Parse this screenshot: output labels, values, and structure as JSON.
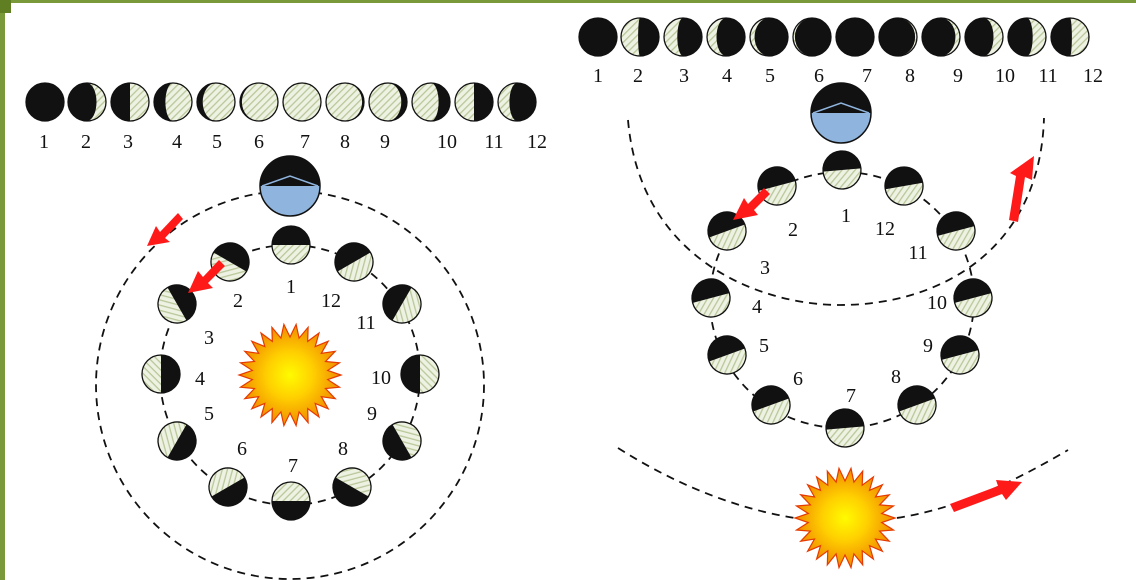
{
  "colors": {
    "frame": "#7a9a3a",
    "moon_dark": "#111111",
    "moon_lit_stripe": "#b9c79a",
    "moon_lit_bg": "#eef2e2",
    "earth_water": "#8fb4de",
    "sun_outer": "#f5a200",
    "sun_inner": "#fff200",
    "sun_edge": "#e53a00",
    "arrow": "#ff1a1a"
  },
  "left_panel": {
    "phase_strip_labels": [
      "1",
      "2",
      "3",
      "4",
      "5",
      "6",
      "7",
      "8",
      "9",
      "10",
      "11",
      "12"
    ],
    "orbit_labels": [
      "1",
      "2",
      "3",
      "4",
      "5",
      "6",
      "7",
      "8",
      "9",
      "10",
      "11",
      "12"
    ],
    "phase_lit_fraction": [
      0,
      0.25,
      0.5,
      0.7,
      0.85,
      0.95,
      1,
      0.95,
      0.85,
      0.7,
      0.5,
      0.3
    ]
  },
  "right_panel": {
    "phase_strip_labels": [
      "1",
      "2",
      "3",
      "4",
      "5",
      "6",
      "7",
      "8",
      "9",
      "10",
      "11",
      "12"
    ],
    "orbit_labels": [
      "1",
      "2",
      "3",
      "4",
      "5",
      "6",
      "7",
      "8",
      "9",
      "10",
      "11",
      "12"
    ]
  }
}
